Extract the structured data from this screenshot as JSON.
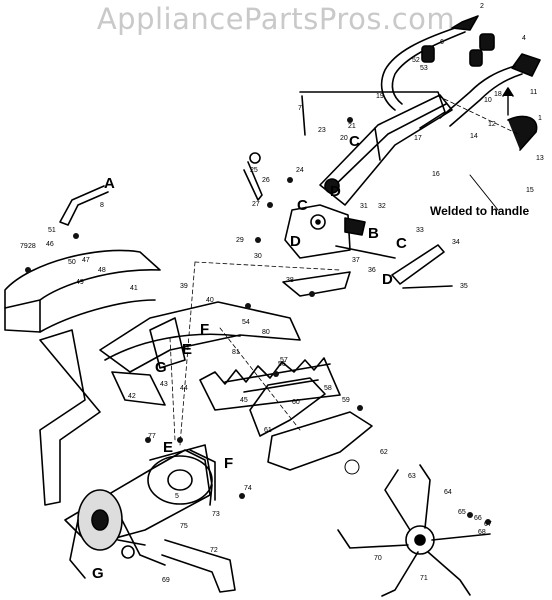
{
  "watermark": "AppliancePartsPros.com",
  "callout": "Welded to handle",
  "letters": [
    "A",
    "B",
    "C",
    "C",
    "C",
    "D",
    "D",
    "D",
    "E",
    "E",
    "F",
    "F",
    "G",
    "G"
  ],
  "numbers": [
    "1",
    "2",
    "4",
    "5",
    "6",
    "7",
    "8",
    "10",
    "11",
    "12",
    "13",
    "14",
    "15",
    "16",
    "17",
    "18",
    "19",
    "20",
    "21",
    "23",
    "24",
    "25",
    "26",
    "27",
    "28",
    "29",
    "30",
    "31",
    "32",
    "33",
    "34",
    "35",
    "36",
    "37",
    "38",
    "39",
    "40",
    "41",
    "42",
    "43",
    "44",
    "45",
    "46",
    "47",
    "48",
    "49",
    "50",
    "51",
    "52",
    "53",
    "54",
    "56",
    "57",
    "58",
    "59",
    "60",
    "61",
    "62",
    "63",
    "64",
    "65",
    "66",
    "67",
    "68",
    "69",
    "70",
    "71",
    "72",
    "73",
    "74",
    "75",
    "77",
    "79",
    "80",
    "81"
  ]
}
